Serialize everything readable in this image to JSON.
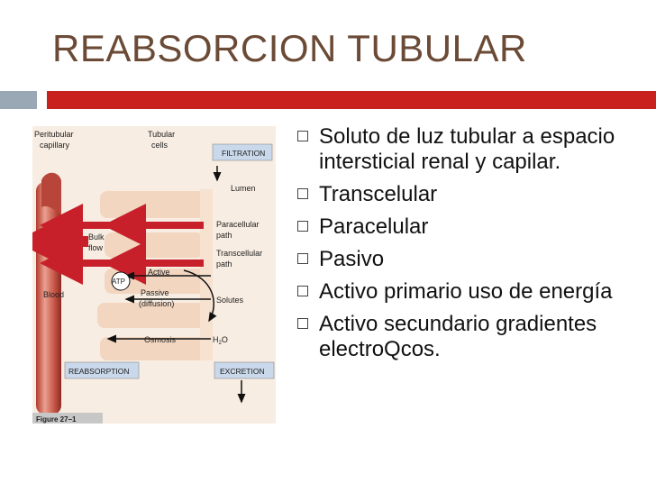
{
  "slide": {
    "title": "REABSORCION TUBULAR",
    "colors": {
      "title": "#6b4a36",
      "accent_red": "#c9211e",
      "accent_gray": "#9aa7b5"
    },
    "bullets": [
      "Soluto de luz tubular a espacio intersticial renal y capilar.",
      "Transcelular",
      "Paracelular",
      "Pasivo",
      "Activo primario uso de energía",
      "Activo secundario gradientes electroQcos."
    ]
  },
  "figure": {
    "peritubular": "Peritubular",
    "capillary": "capillary",
    "tubular": "Tubular",
    "cells": "cells",
    "filtration": "FILTRATION",
    "lumen": "Lumen",
    "bulk": "Bulk",
    "flow": "flow",
    "paracellular": "Paracellular",
    "path1": "path",
    "transcellular": "Transcellular",
    "path2": "path",
    "atp": "ATP",
    "active": "Active",
    "blood": "Blood",
    "passive": "Passive",
    "diffusion": "(diffusion)",
    "solutes": "Solutes",
    "osmosis": "Osmosis",
    "h2o_h": "H",
    "h2o_2": "2",
    "h2o_o": "O",
    "reabsorption": "REABSORPTION",
    "excretion": "EXCRETION",
    "caption": "Figure 27–1"
  }
}
